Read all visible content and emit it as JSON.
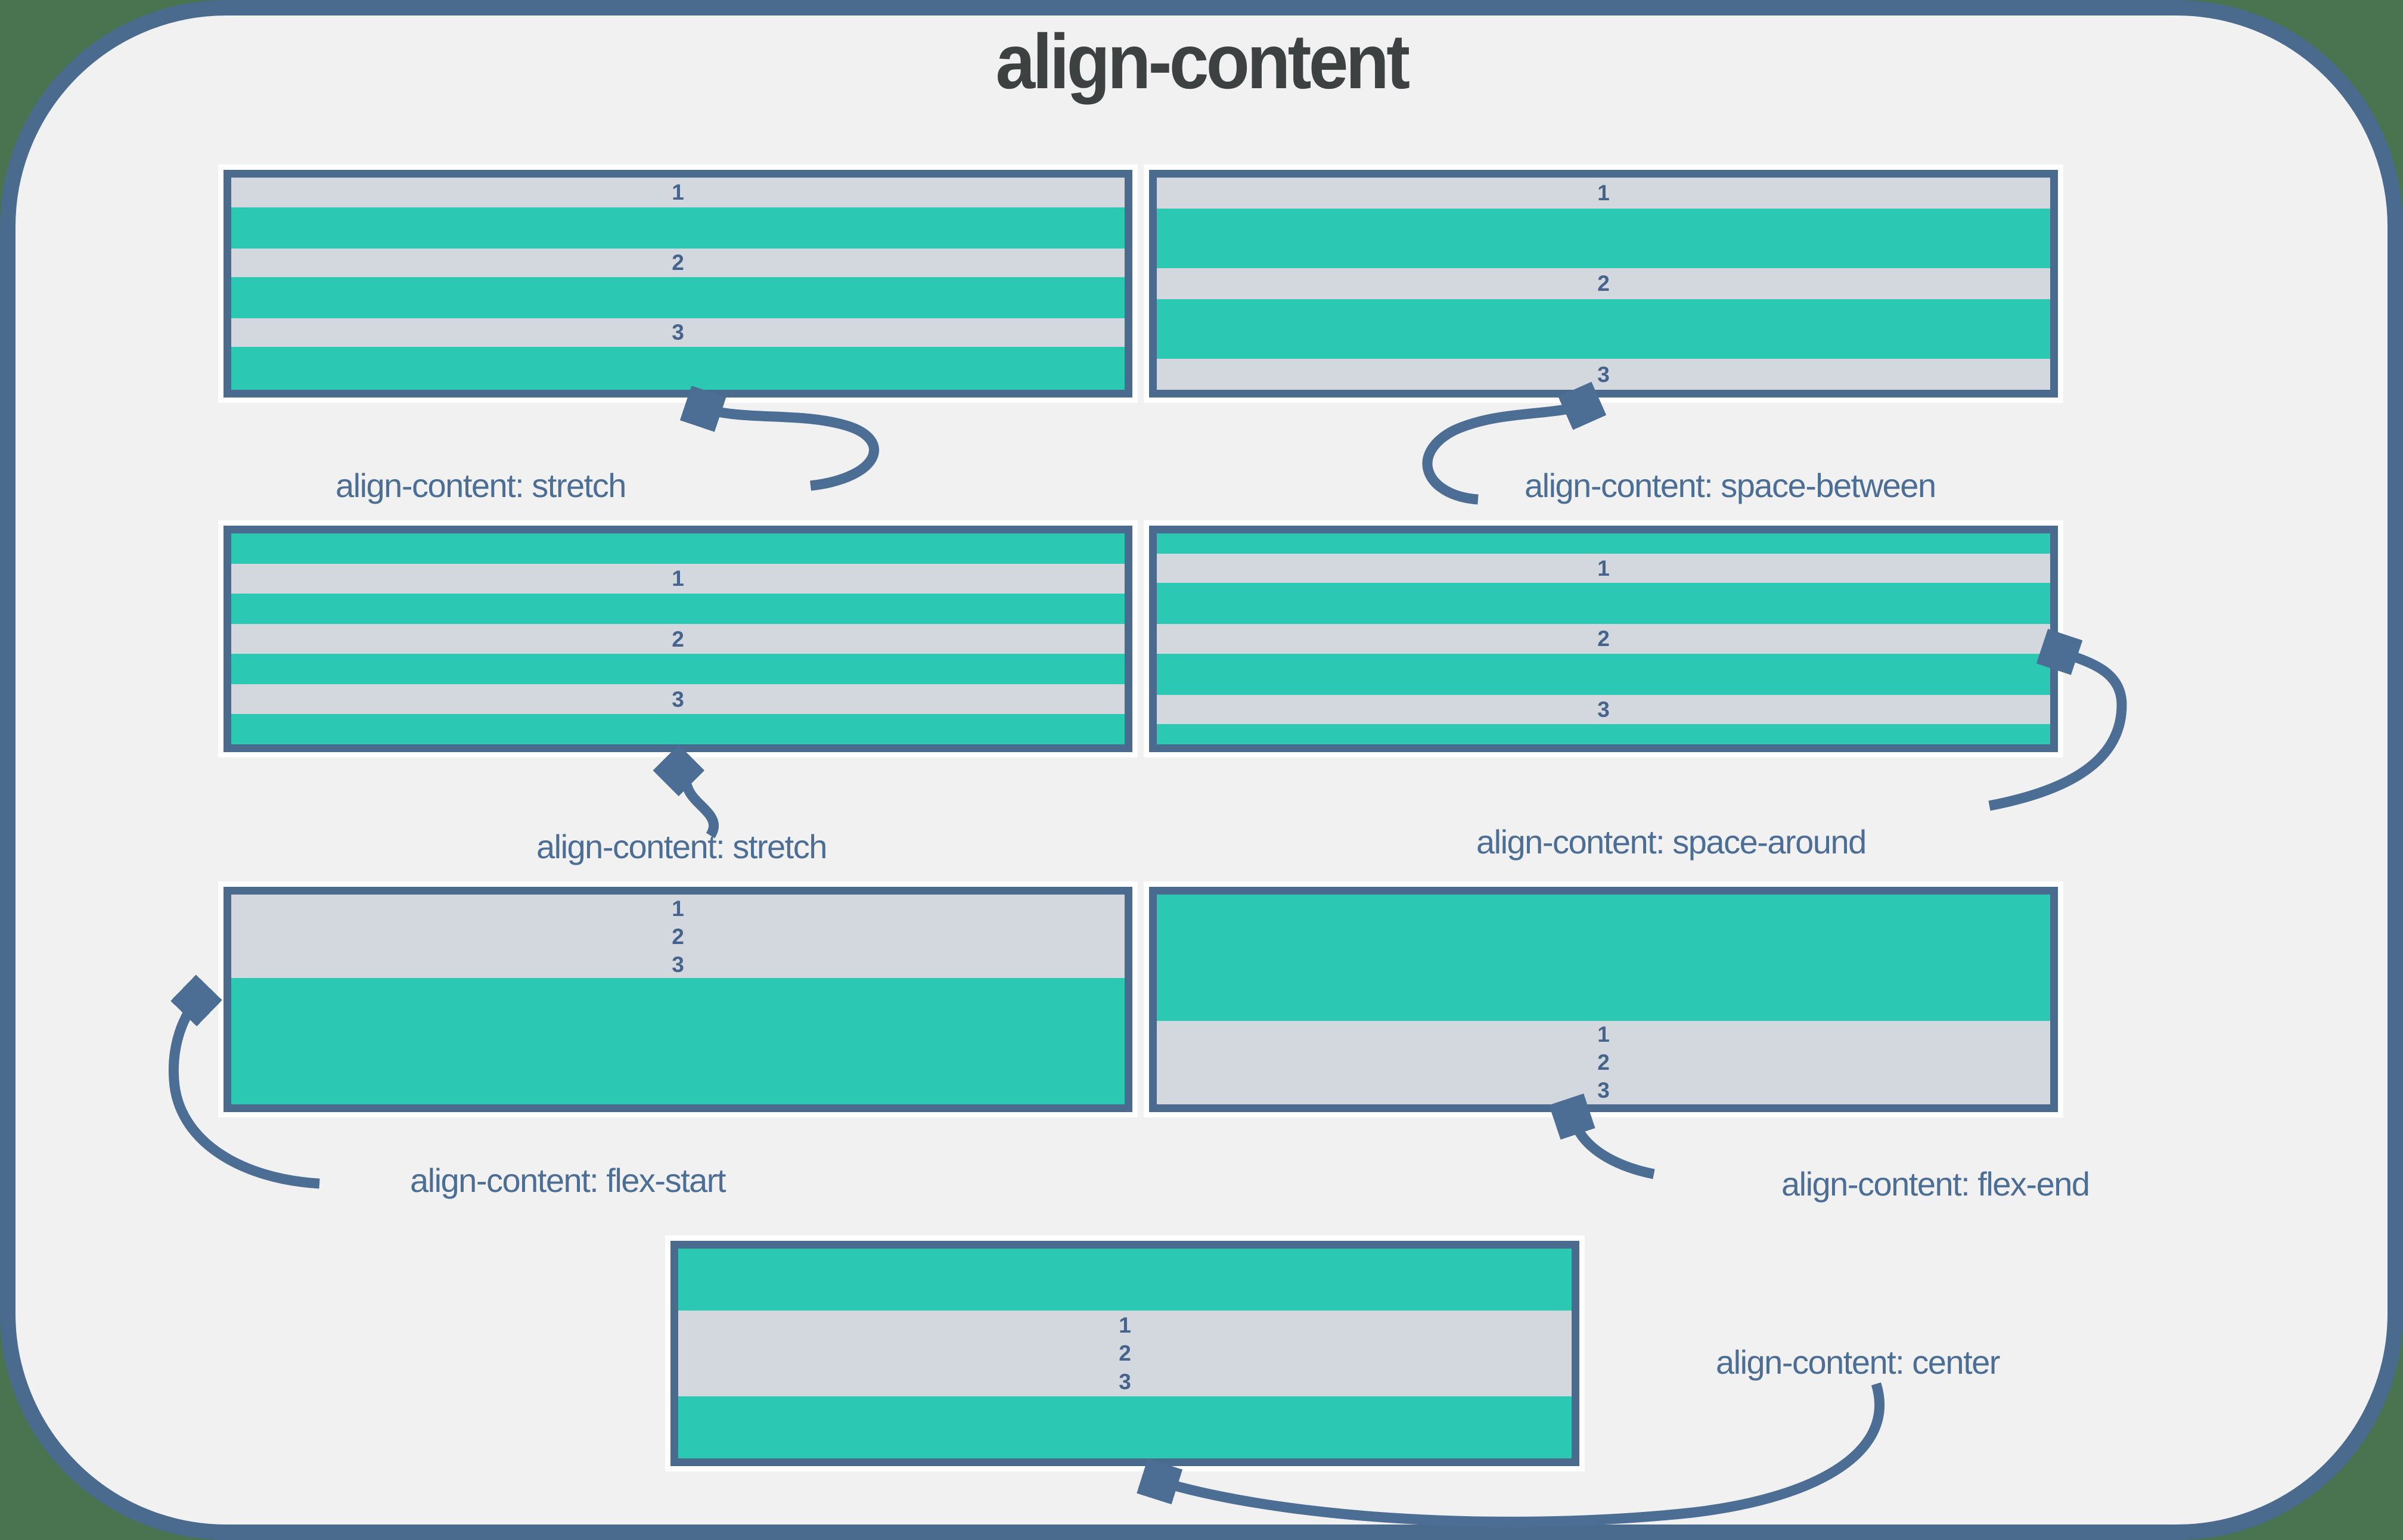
{
  "title": "align-content",
  "items": [
    "1",
    "2",
    "3"
  ],
  "examples": [
    {
      "id": "stretch-1",
      "value": "stretch",
      "label": "align-content: stretch"
    },
    {
      "id": "space-between",
      "value": "space-between",
      "label": "align-content: space-between"
    },
    {
      "id": "stretch-2",
      "value": "stretch",
      "label": "align-content: stretch"
    },
    {
      "id": "space-around",
      "value": "space-around",
      "label": "align-content: space-around"
    },
    {
      "id": "flex-start",
      "value": "flex-start",
      "label": "align-content: flex-start"
    },
    {
      "id": "flex-end",
      "value": "flex-end",
      "label": "align-content: flex-end"
    },
    {
      "id": "center",
      "value": "center",
      "label": "align-content: center"
    }
  ],
  "colors": {
    "outer_background": "#4a7350",
    "panel_background": "#f1f1f2",
    "frame_border": "#4a6b8d",
    "flex_container_teal": "#2bc8b3",
    "flex_item_gray": "#d3d7de",
    "annotation_slate": "#4d6e94",
    "item_number": "#45638b",
    "title_color": "#3e4141",
    "box_outline_white": "#ffffff"
  }
}
